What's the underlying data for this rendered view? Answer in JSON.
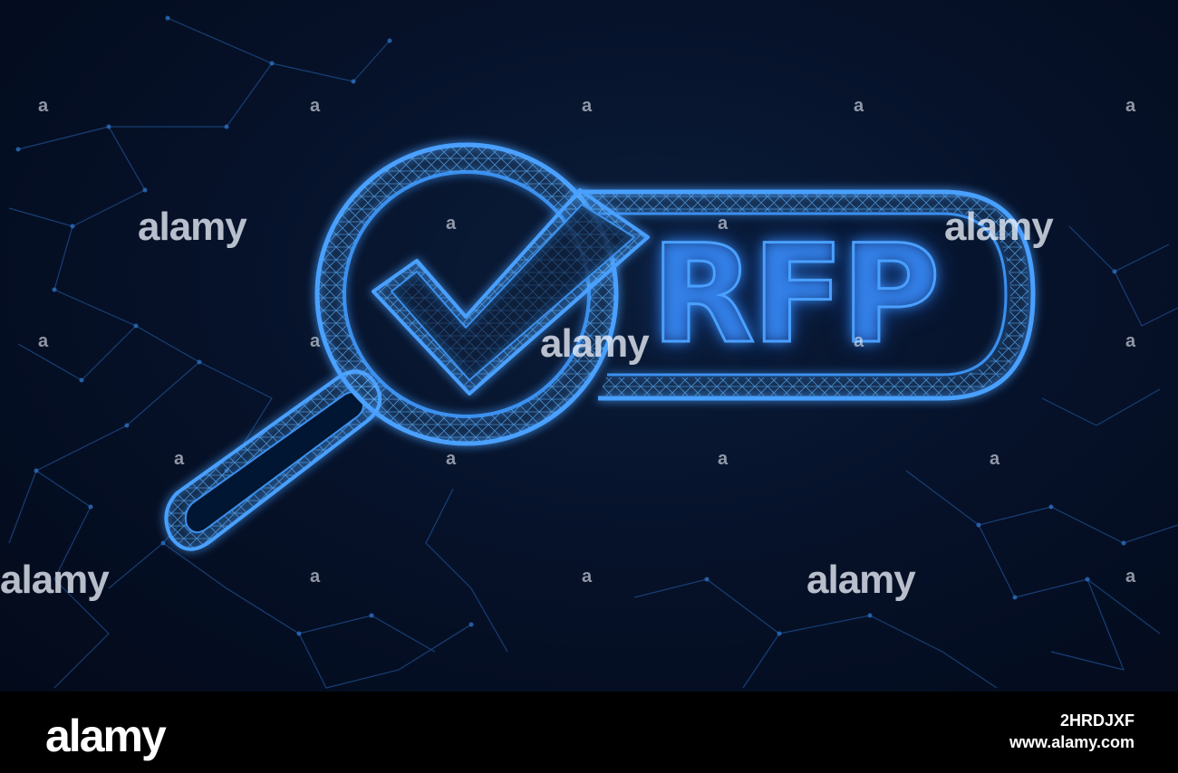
{
  "image": {
    "headline_text": "RFP",
    "icons": [
      "magnifying-glass-icon",
      "check-mark-icon"
    ],
    "colors": {
      "background": "#06122a",
      "glow": "#4aa0ff",
      "network_lines": "#1f4f8f"
    }
  },
  "watermarks": {
    "brand": "alamy",
    "small_mark": "a"
  },
  "footer": {
    "logo": "alamy",
    "image_id": "2HRDJXF",
    "url": "www.alamy.com"
  }
}
